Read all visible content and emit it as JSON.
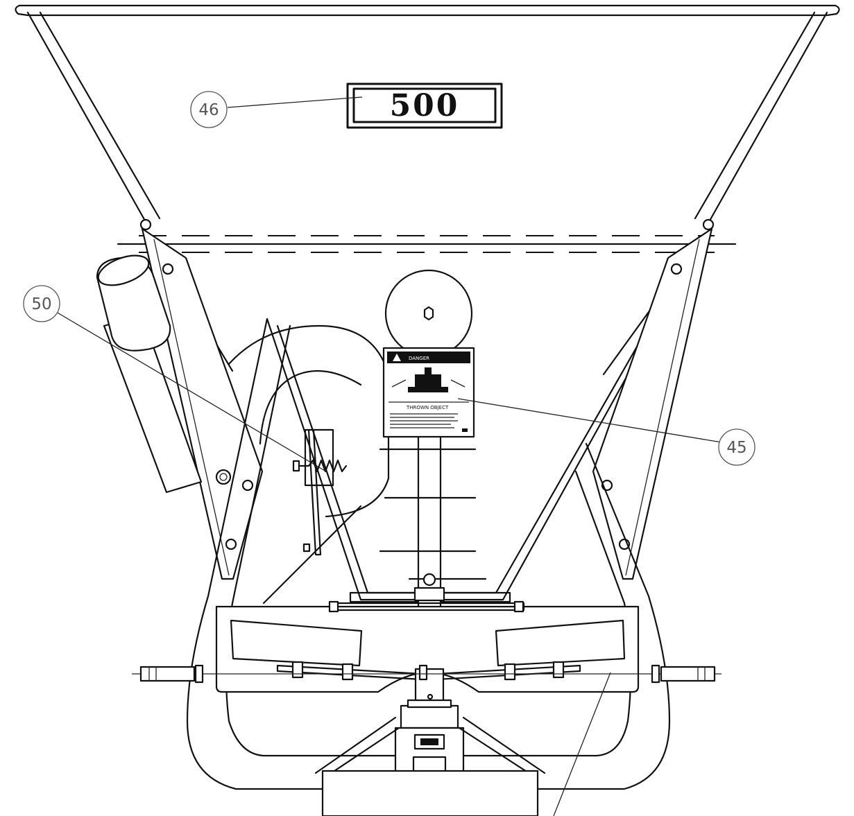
{
  "badge": {
    "text": "500"
  },
  "callouts": [
    {
      "number": "46",
      "name": "callout-46"
    },
    {
      "number": "50",
      "name": "callout-50"
    },
    {
      "number": "45",
      "name": "callout-45"
    }
  ],
  "warning_label": {
    "heading": "DANGER",
    "subheading": "THROWN OBJECT"
  }
}
